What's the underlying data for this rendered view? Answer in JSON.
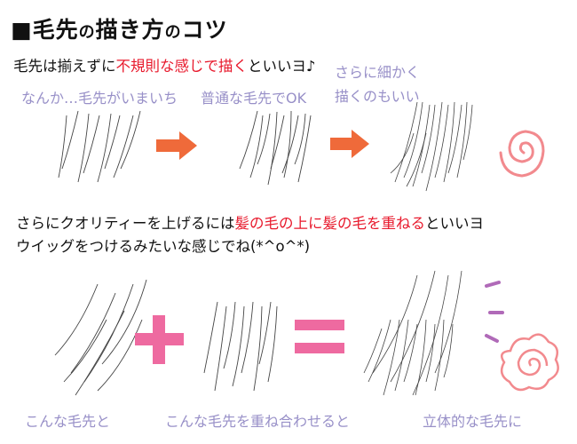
{
  "title": {
    "prefix": "■毛先",
    "no1": "の",
    "mid": "描き方",
    "no2": "の",
    "suffix": "コツ"
  },
  "line1": {
    "before": "毛先は揃えずに",
    "highlight": "不規則な感じで描く",
    "after": "といいヨ♪"
  },
  "labels_top": {
    "bad": "なんか…毛先がいまいち",
    "ok": "普通な毛先でOK",
    "fine_1": "さらに細かく",
    "fine_2": "描くのもいい"
  },
  "line2": {
    "before": "さらにクオリティーを上げるには",
    "highlight": "髪の毛の上に髪の毛を重ねる",
    "after": "といいヨ"
  },
  "line3": "ウイッグをつけるみたいな感じでね(*^o^*)",
  "labels_bottom": {
    "first": "こんな毛先と",
    "second": "こんな毛先を重ね合わせると",
    "result": "立体的な毛先に"
  },
  "colors": {
    "arrow": "#ef6a3a",
    "pink": "#ee6aa0",
    "spiral": "#f28a8e",
    "lavender": "#9890c8",
    "accent_red": "#e8192c"
  }
}
